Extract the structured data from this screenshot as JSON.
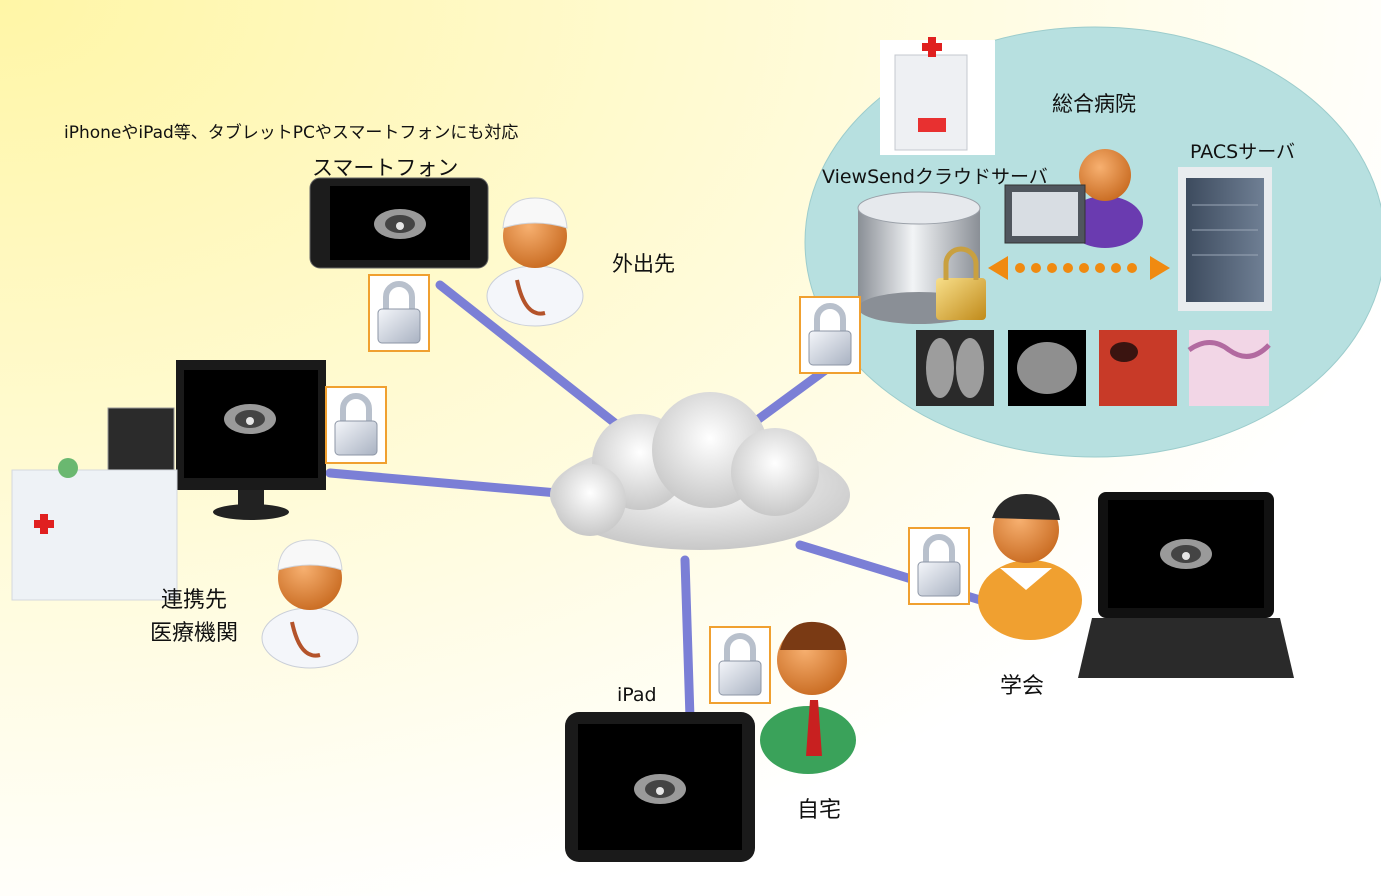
{
  "labels": {
    "top_note": "iPhoneやiPad等、タブレットPCやスマートフォンにも対応",
    "smartphone": "スマートフォン",
    "outing": "外出先",
    "general_hospital": "総合病院",
    "viewsend_server": "ViewSendクラウドサーバ",
    "pacs_server": "PACSサーバ",
    "partner_line1": "連携先",
    "partner_line2": "医療機関",
    "ipad": "iPad",
    "home": "自宅",
    "conference": "学会"
  },
  "colors": {
    "link_line": "#7b7fd6",
    "hospital_bubble": "#b7e0e0",
    "lock_frame": "#f0a030",
    "arrow": "#f08a10",
    "cloud": "#e6e6e6"
  },
  "icons": [
    "cloud-icon",
    "lock-icon",
    "database-icon",
    "server-icon",
    "hospital-icon",
    "doctor-icon",
    "person-icon",
    "monitor-icon",
    "laptop-icon",
    "tablet-icon",
    "smartphone-icon",
    "operator-icon"
  ]
}
